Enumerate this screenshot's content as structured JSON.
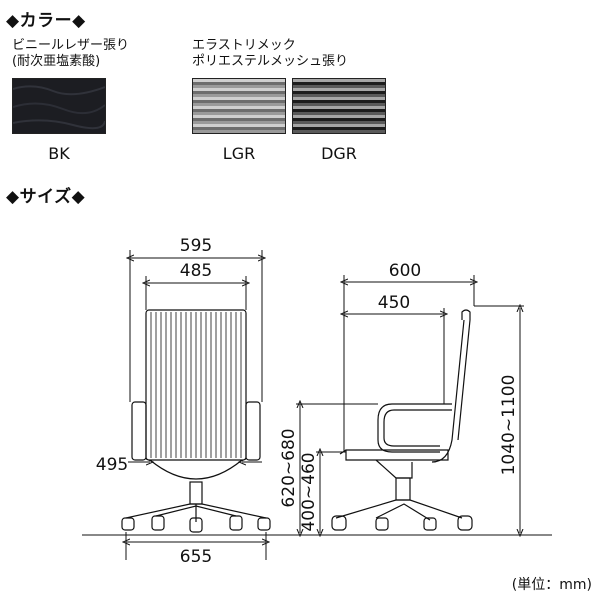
{
  "color_section": {
    "heading": "◆カラー◆",
    "materials": [
      {
        "line1": "ビニールレザー張り",
        "line2": "(耐次亜塩素酸)"
      },
      {
        "line1": "エラストリメック",
        "line2": "ポリエステルメッシュ張り"
      }
    ],
    "swatches": [
      {
        "code": "BK",
        "color": "#1c1d22"
      },
      {
        "code": "LGR",
        "color": "#8a8a8a"
      },
      {
        "code": "DGR",
        "color": "#3b3b3b"
      }
    ]
  },
  "size_section": {
    "heading": "◆サイズ◆",
    "dimensions": {
      "front_total_width": "595",
      "back_width": "485",
      "seat_width": "495",
      "base_width": "655",
      "side_depth": "600",
      "seat_depth": "450",
      "total_height": "1040~1100",
      "arm_height": "620~680",
      "seat_height": "400~460"
    },
    "unit": "(単位：mm)"
  }
}
